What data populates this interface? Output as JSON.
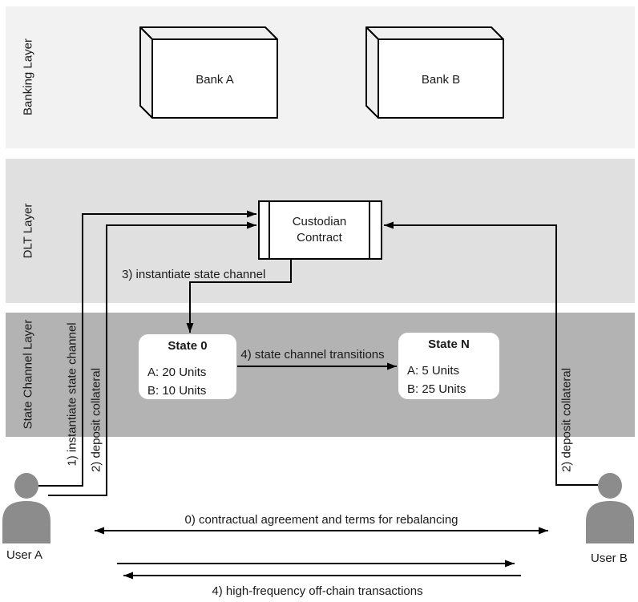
{
  "layers": {
    "banking": "Banking Layer",
    "dlt": "DLT Layer",
    "state_channel": "State Channel Layer"
  },
  "nodes": {
    "bank_a": "Bank A",
    "bank_b": "Bank B",
    "custodian_line1": "Custodian",
    "custodian_line2": "Contract",
    "state0": {
      "title": "State 0",
      "row_a": "A: 20 Units",
      "row_b": "B: 10 Units"
    },
    "stateN": {
      "title": "State N",
      "row_a": "A: 5 Units",
      "row_b": "B: 25 Units"
    },
    "user_a": "User A",
    "user_b": "User B"
  },
  "edges": {
    "instantiate_user_a": "1) instantiate state channel",
    "deposit_user_a": "2) deposit collateral",
    "deposit_user_b": "2) deposit collateral",
    "instantiate_channel": "3) instantiate state channel",
    "transitions": "4) state channel transitions",
    "agreement": "0) contractual agreement and terms for rebalancing",
    "offchain": "4) high-frequency off-chain transactions"
  },
  "colors": {
    "banking_band": "#f2f2f2",
    "dlt_band": "#e0e0e0",
    "state_channel_band": "#b3b3b3",
    "node_fill": "#ffffff",
    "line": "#000000",
    "user_icon": "#8c8c8c"
  }
}
